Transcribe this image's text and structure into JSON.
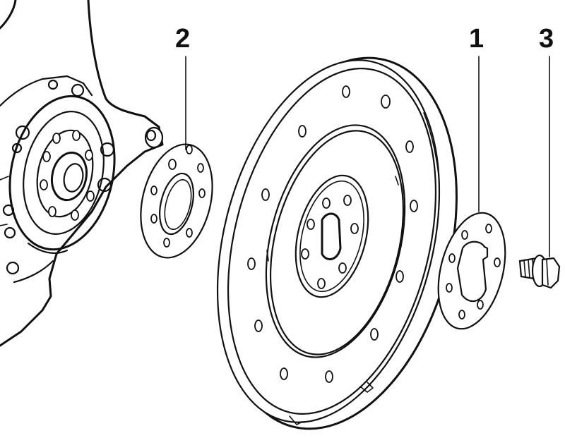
{
  "callouts": {
    "flexplate": "2",
    "spacer": "1",
    "bolt": "3"
  },
  "colors": {
    "ink": "#111111",
    "paper": "#ffffff"
  }
}
